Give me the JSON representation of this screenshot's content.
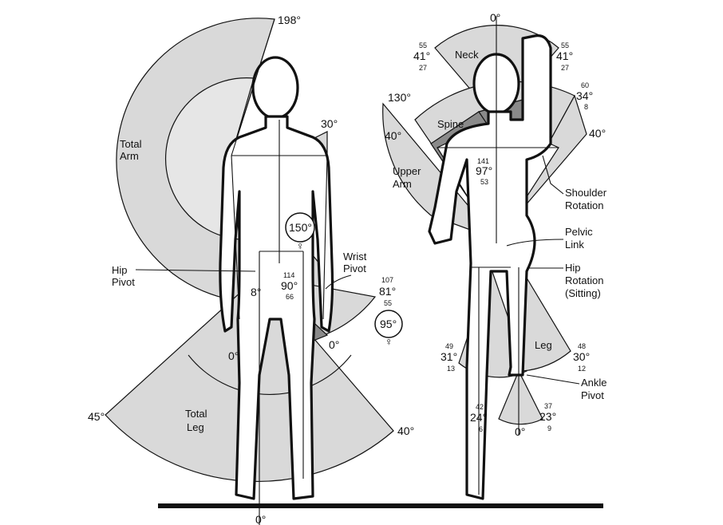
{
  "colors": {
    "wedge": "#d9d9d9",
    "wedge_dark": "#8a8a8a",
    "line": "#111111",
    "background": "#ffffff"
  },
  "labels": {
    "total_arm": [
      "Total",
      "Arm"
    ],
    "total_leg": [
      "Total",
      "Leg"
    ],
    "hip_pivot": [
      "Hip",
      "Pivot"
    ],
    "wrist_pivot": [
      "Wrist",
      "Pivot"
    ],
    "neck": "Neck",
    "spine": "Spine",
    "upper_arm": [
      "Upper",
      "Arm"
    ],
    "shoulder_rotation": [
      "Shoulder",
      "Rotation"
    ],
    "pelvic_link": [
      "Pelvic",
      "Link"
    ],
    "hip_rotation": [
      "Hip",
      "Rotation",
      "(Sitting)"
    ],
    "leg": "Leg",
    "ankle_pivot": [
      "Ankle",
      "Pivot"
    ]
  },
  "front_figure": {
    "arm_top": "198°",
    "shoulder": "30°",
    "female_circle_1": "150°",
    "female_circle_2": "95°",
    "hip_angle": "8°",
    "leg_left_0": "0°",
    "leg_bottom_0": "0°",
    "leg_right_0": "0°",
    "wrist_range": {
      "max": "107",
      "value": "81°",
      "min": "55"
    },
    "pelvis_range": {
      "max": "114",
      "value": "90°",
      "min": "66"
    },
    "leg_left_limit": "45°",
    "leg_right_limit": "40°"
  },
  "side_figure": {
    "top_0": "0°",
    "neck_left": {
      "max": "55",
      "value": "41°",
      "min": "27"
    },
    "neck_right": {
      "max": "55",
      "value": "41°",
      "min": "27"
    },
    "upper_arm_limit": "130°",
    "spine_right": {
      "max": "60",
      "value": "34°",
      "min": "8"
    },
    "left_40": "40°",
    "right_40": "40°",
    "torso": {
      "max": "141",
      "value": "97°",
      "min": "53"
    },
    "knee_left": {
      "max": "49",
      "value": "31°",
      "min": "13"
    },
    "leg_right": {
      "max": "48",
      "value": "30°",
      "min": "12"
    },
    "shin": {
      "max": "42",
      "value": "24°",
      "min": "6"
    },
    "ankle": {
      "max": "37",
      "value": "23°",
      "min": "9"
    },
    "ankle_0": "0°"
  }
}
